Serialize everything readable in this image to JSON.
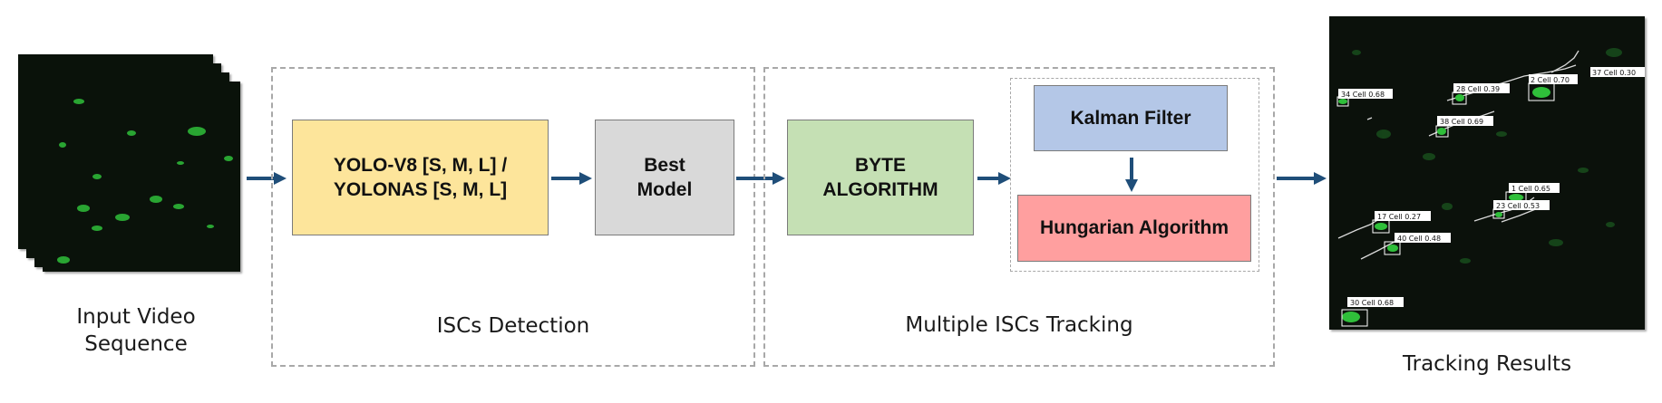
{
  "input": {
    "label": "Input Video\nSequence"
  },
  "detection": {
    "caption": "ISCs Detection",
    "yolo_box": "YOLO-V8 [S, M, L] /\nYOLONAS [S, M, L]",
    "best_model_box": "Best\nModel"
  },
  "tracking": {
    "caption": "Multiple ISCs Tracking",
    "byte_box": "BYTE\nALGORITHM",
    "kalman_box": "Kalman Filter",
    "hungarian_box": "Hungarian Algorithm"
  },
  "results": {
    "caption": "Tracking Results",
    "detections": [
      {
        "id": "34",
        "label": "34 Cell 0.68"
      },
      {
        "id": "28",
        "label": "28 Cell 0.39"
      },
      {
        "id": "2",
        "label": "2 Cell 0.70"
      },
      {
        "id": "37",
        "label": "37 Cell 0.30"
      },
      {
        "id": "38",
        "label": "38 Cell 0.69"
      },
      {
        "id": "1",
        "label": "1 Cell 0.65"
      },
      {
        "id": "23",
        "label": "23 Cell 0.53"
      },
      {
        "id": "17",
        "label": "17 Cell 0.27"
      },
      {
        "id": "40",
        "label": "40 Cell 0.48"
      },
      {
        "id": "30",
        "label": "30 Cell 0.68"
      }
    ]
  },
  "colors": {
    "arrow": "#1f4e79",
    "yolo_fill": "#fde59b",
    "best_model_fill": "#d9d9d9",
    "byte_fill": "#c5e0b4",
    "kalman_fill": "#b4c7e7",
    "hungarian_fill": "#ff9f9f",
    "cell_green": "#2fbf3a"
  }
}
